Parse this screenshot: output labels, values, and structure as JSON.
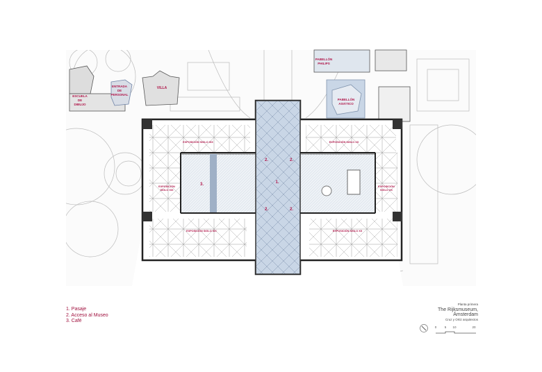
{
  "legend": {
    "items": [
      "1. Pasaje",
      "2. Acceso al Museo",
      "3. Café"
    ]
  },
  "title_block": {
    "subtitle": "Planta primera",
    "title": "The Rijksmuseum, Ámsterdam",
    "author": "Cruz y Ortiz arquitectos",
    "scale_labels": [
      "0",
      "5",
      "10",
      "20"
    ]
  },
  "plan_labels": {
    "escuela": [
      "ESCUELA",
      "DE",
      "DIBUJO"
    ],
    "entrada": [
      "ENTRADA",
      "DE",
      "PERSONAL"
    ],
    "villa": "VILLA",
    "philips": [
      "PABELLÓN",
      "PHILIPS"
    ],
    "asiatico": [
      "PABELLÓN",
      "ASIÁTICO"
    ],
    "expo_top_left": "EXPOSICIÓN SIGLO XIX",
    "expo_left": [
      "EXPOSICIÓN",
      "SIGLO XIX"
    ],
    "expo_bottom_left": "EXPOSICIÓN SIGLO XIX",
    "expo_top_right": "EXPOSICIÓN SIGLO XX",
    "expo_right": [
      "EXPOSICIÓN",
      "SIGLO XX"
    ],
    "expo_bottom_right": "EXPOSICIÓN SIGLO XX",
    "pasaje": "1.",
    "acceso": "2.",
    "cafe": "3."
  },
  "colors": {
    "label": "#b0174a",
    "glass": "#c9d6e6",
    "wall": "#333333",
    "site": "#c8c8c8"
  }
}
